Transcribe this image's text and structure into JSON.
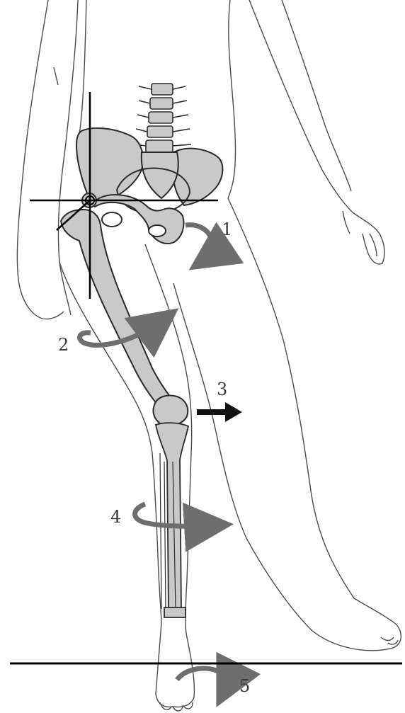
{
  "figure": {
    "colors": {
      "outline": "#4a4a4a",
      "bone_fill": "#c9c9c9",
      "bone_stroke": "#2a2a2a",
      "arrow_gray": "#6e6e6e",
      "arrow_black": "#111111",
      "axis": "#000000"
    },
    "labels": [
      {
        "id": "1",
        "text": "1"
      },
      {
        "id": "2",
        "text": "2"
      },
      {
        "id": "3",
        "text": "3"
      },
      {
        "id": "4",
        "text": "4"
      },
      {
        "id": "5",
        "text": "5"
      }
    ]
  }
}
